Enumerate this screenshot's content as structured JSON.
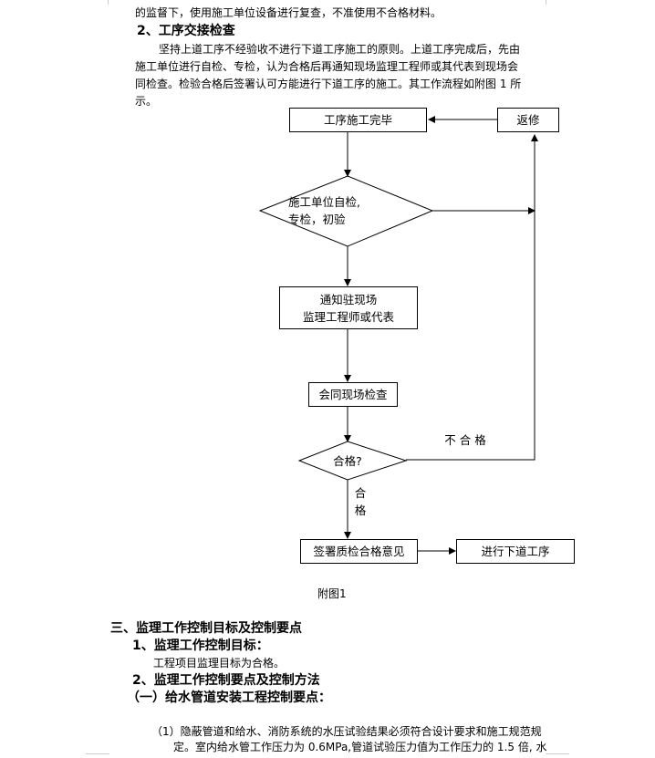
{
  "intro": {
    "line0": "的监督下，使用施工单位设备进行复查，不准使用不合格材料。",
    "heading": "2、工序交接检查",
    "para_lines": [
      "坚持上道工序不经验收不进行下道工序施工的原则。上道工序完成后，先由",
      "施工单位进行自检、专检，认为合格后再通知现场监理工程师或其代表到现场会",
      "同检查。检验合格后签署认可方能进行下道工序的施工。其工作流程如附图 1 所",
      "示。"
    ]
  },
  "flowchart": {
    "box_complete": "工序施工完毕",
    "box_rework": "返修",
    "diamond_selfcheck": [
      "施工单位自检,",
      "专检，初验"
    ],
    "box_notify": [
      "通知驻现场",
      "监理工程师或代表"
    ],
    "box_joint": "会同现场检查",
    "diamond_pass": "合格?",
    "label_fail": "不 合 格",
    "label_pass": [
      "合",
      "格"
    ],
    "box_sign": "签署质检合格意见",
    "box_next": "进行下道工序",
    "caption": "附图1"
  },
  "section3": {
    "heading": "三、监理工作控制目标及控制要点",
    "sub1": "1、监理工作控制目标：",
    "sub1_text": "工程项目监理目标为合格。",
    "sub2": "2、监理工作控制要点及控制方法",
    "sub3": "（一）给水管道安装工程控制要点：",
    "item1_line1": "（1）隐蔽管道和给水、消防系统的水压试验结果必须符合设计要求和施工规范规",
    "item1_line2": "定。室内给水管工作压力为 0.6MPa,管道试验压力值为工作压力的 1.5 倍, 水"
  }
}
